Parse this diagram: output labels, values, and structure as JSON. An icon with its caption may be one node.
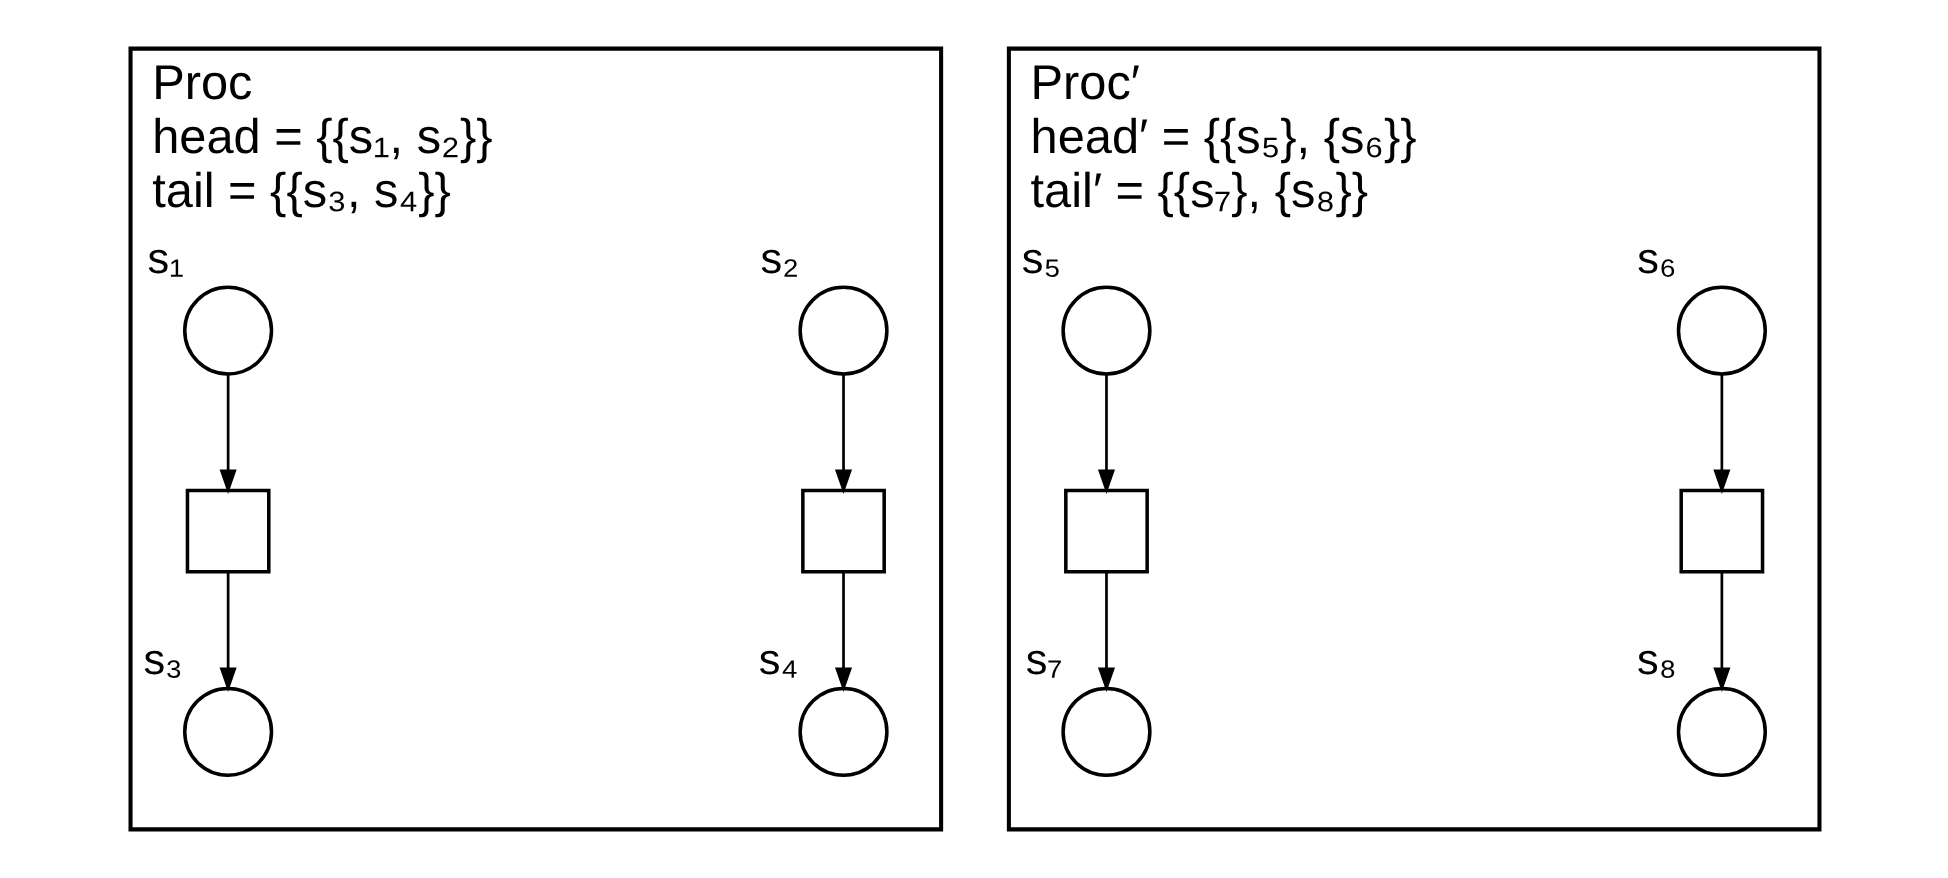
{
  "diagram": {
    "nodes": [
      {
        "text": [
          "Proc",
          "head = {{s₁, s₂}}",
          "tail = {{s₃, s₄}}"
        ]
      },
      {
        "text": [],
        "shape": "circle",
        "beside": [
          "s₁"
        ],
        "in": 0
      },
      {
        "text": [],
        "shape": "circle",
        "beside": [
          "s₂"
        ],
        "in": 0
      },
      {
        "text": [],
        "shape": "box",
        "in": 0
      },
      {
        "text": [],
        "shape": "box",
        "in": 0
      },
      {
        "text": [],
        "shape": "circle",
        "beside": [
          "s₃"
        ],
        "in": 0
      },
      {
        "text": [],
        "shape": "circle",
        "beside": [
          "s₄"
        ],
        "in": 0
      },
      {
        "text": [
          "Proc′",
          "head′ = {{s₅}, {s₆}}",
          "tail′ = {{s₇}, {s₈}}"
        ]
      },
      {
        "text": [],
        "shape": "circle",
        "beside": [
          "s₅"
        ],
        "in": 7
      },
      {
        "text": [],
        "shape": "circle",
        "beside": [
          "s₆"
        ],
        "in": 7
      },
      {
        "text": [],
        "shape": "box",
        "in": 7
      },
      {
        "text": [],
        "shape": "box",
        "in": 7
      },
      {
        "text": [],
        "shape": "circle",
        "beside": [
          "s₇"
        ],
        "in": 7
      },
      {
        "text": [],
        "shape": "circle",
        "beside": [
          "s₈"
        ],
        "in": 7
      }
    ],
    "edges": [
      {
        "from": 1,
        "to": 3,
        "arrow": "to"
      },
      {
        "from": 3,
        "to": 5,
        "arrow": "to"
      },
      {
        "from": 2,
        "to": 4,
        "arrow": "to"
      },
      {
        "from": 4,
        "to": 6,
        "arrow": "to"
      },
      {
        "from": 8,
        "to": 10,
        "arrow": "to"
      },
      {
        "from": 10,
        "to": 12,
        "arrow": "to"
      },
      {
        "from": 9,
        "to": 11,
        "arrow": "to"
      },
      {
        "from": 11,
        "to": 13,
        "arrow": "to"
      }
    ]
  }
}
